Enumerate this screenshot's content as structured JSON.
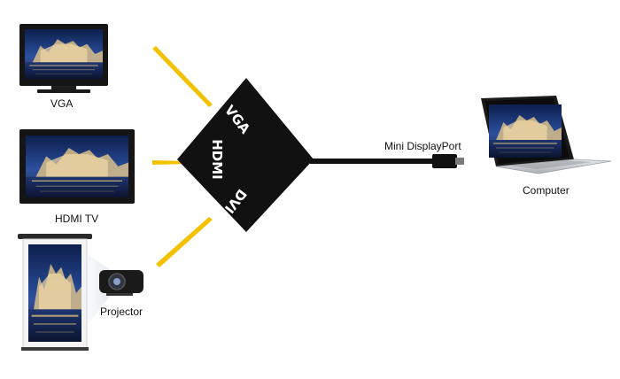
{
  "devices": {
    "vga": {
      "label": "VGA"
    },
    "hdmi_tv": {
      "label": "HDMI TV"
    },
    "projector": {
      "label": "Projector"
    },
    "computer": {
      "label": "Computer"
    }
  },
  "adapter": {
    "ports": [
      "VGA",
      "HDMI",
      "DVI"
    ],
    "connector_label": "Mini DisplayPort"
  },
  "colors": {
    "adapter_body": "#111111",
    "accent_ray": "#f2c200",
    "screen_bezel": "#151515",
    "laptop_silver": "#c8cbcf",
    "sky": "#1d3f8a",
    "water": "#2a4e9a"
  },
  "icons": [
    "tv-icon",
    "projector-icon",
    "projection-screen-icon",
    "laptop-icon",
    "adapter-icon"
  ]
}
